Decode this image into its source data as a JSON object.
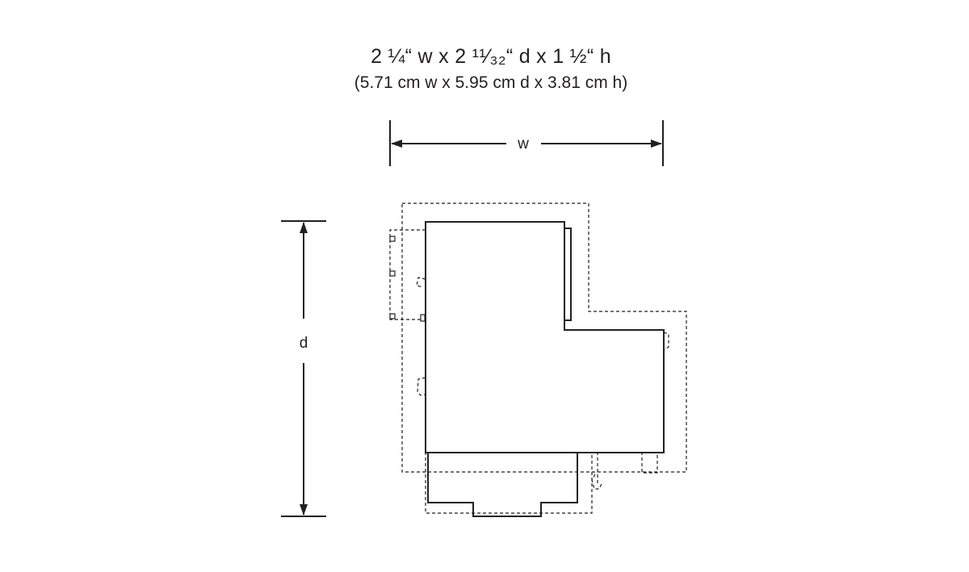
{
  "dimensions": {
    "imperial": "2 ¼“ w x 2 ¹¹⁄₃₂“ d x 1 ½“ h",
    "metric": "(5.71 cm w x 5.95 cm d x 3.81 cm h)"
  },
  "labels": {
    "width": "w",
    "depth": "d"
  },
  "colors": {
    "ink": "#231f20"
  }
}
